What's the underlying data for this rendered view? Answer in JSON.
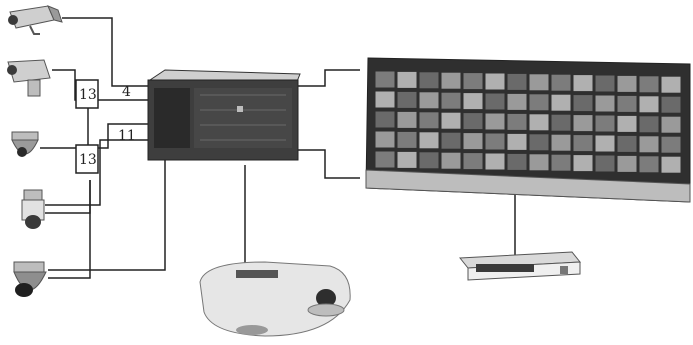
{
  "diagram": {
    "labels": {
      "line_label_top": "4",
      "line_label_mid": "11",
      "box_label_upper": "13",
      "box_label_lower": "13"
    },
    "devices": [
      {
        "name": "fixed-camera"
      },
      {
        "name": "box-camera"
      },
      {
        "name": "dome-camera"
      },
      {
        "name": "bullet-camera"
      },
      {
        "name": "ptz-dome-camera"
      },
      {
        "name": "matrix-switcher"
      },
      {
        "name": "video-wall"
      },
      {
        "name": "control-keyboard"
      },
      {
        "name": "video-recorder"
      }
    ],
    "colors": {
      "ink": "#222222",
      "device_dark": "#3a3a3a",
      "device_mid": "#8a8a8a",
      "device_light": "#d9d9d9",
      "screen_tile": "#7c7c7c"
    }
  }
}
